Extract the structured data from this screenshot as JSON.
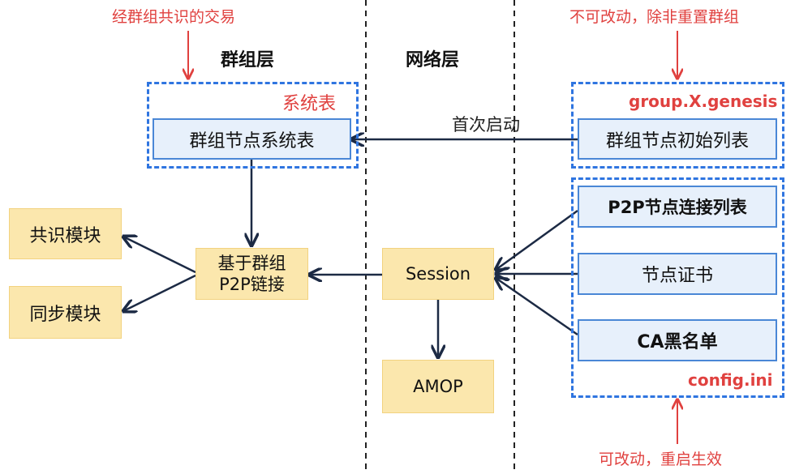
{
  "notes": {
    "consensus_tx": "经群组共识的交易",
    "no_change": "不可改动，除非重置群组",
    "restart": "可改动，重启生效"
  },
  "layers": {
    "group": "群组层",
    "network": "网络层"
  },
  "labels": {
    "system_table": "系统表",
    "genesis": "group.X.genesis",
    "config": "config.ini",
    "first_start": "首次启动"
  },
  "nodes": {
    "group_node_table": "群组节点系统表",
    "group_init_list": "群组节点初始列表",
    "p2p_list": "P2P节点连接列表",
    "node_cert": "节点证书",
    "ca_blacklist": "CA黑名单",
    "group_p2p_line1": "基于群组",
    "group_p2p_line2": "P2P链接",
    "session": "Session",
    "amop": "AMOP",
    "consensus_module": "共识模块",
    "sync_module": "同步模块"
  }
}
